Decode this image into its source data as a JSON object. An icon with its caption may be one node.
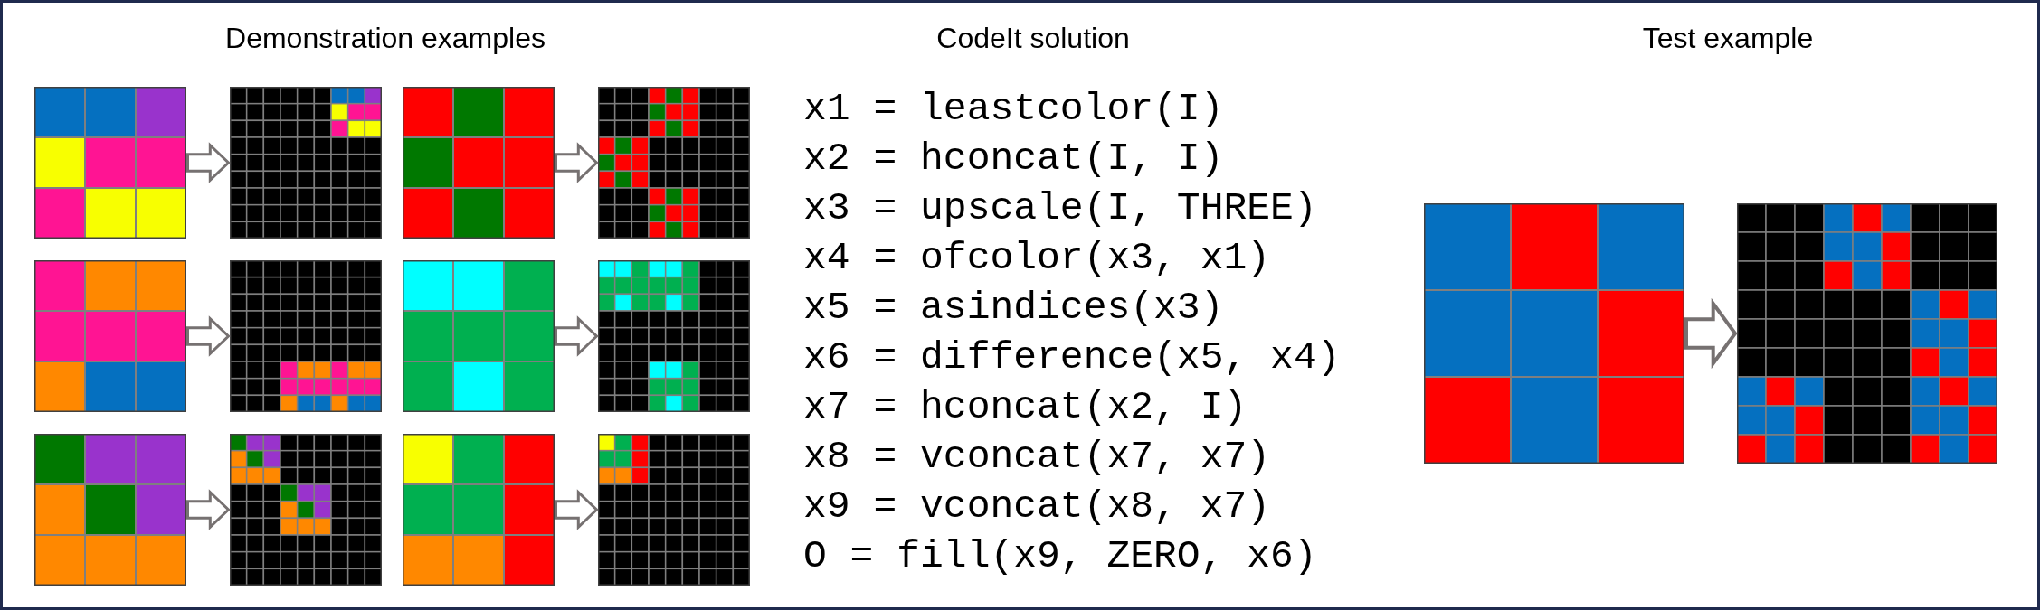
{
  "diagram": {
    "nodes": [
      {
        "text": [],
        "shape": "grid"
      },
      {
        "text": [],
        "shape": "grid"
      },
      {
        "text": [],
        "shape": "grid"
      },
      {
        "text": [],
        "shape": "grid"
      },
      {
        "text": [],
        "shape": "grid"
      },
      {
        "text": [],
        "shape": "grid"
      },
      {
        "text": [],
        "shape": "grid"
      },
      {
        "text": [],
        "shape": "grid"
      },
      {
        "text": [],
        "shape": "grid"
      },
      {
        "text": [],
        "shape": "grid"
      },
      {
        "text": [],
        "shape": "grid"
      },
      {
        "text": [],
        "shape": "grid"
      },
      {
        "text": [],
        "shape": "grid"
      },
      {
        "text": [],
        "shape": "grid"
      }
    ],
    "edges": [
      {
        "from": 0,
        "to": 1,
        "arrow": "to"
      },
      {
        "from": 2,
        "to": 3,
        "arrow": "to"
      },
      {
        "from": 4,
        "to": 5,
        "arrow": "to"
      },
      {
        "from": 6,
        "to": 7,
        "arrow": "to"
      },
      {
        "from": 8,
        "to": 9,
        "arrow": "to"
      },
      {
        "from": 10,
        "to": 11,
        "arrow": "to"
      },
      {
        "from": 12,
        "to": 13,
        "arrow": "to"
      }
    ],
    "labels": [
      "Demonstration examples",
      "CodeIt solution",
      "Test example",
      "x1 = leastcolor(I)",
      "x2 = hconcat(I, I)",
      "x3 = upscale(I, THREE)",
      "x4 = ofcolor(x3, x1)",
      "x5 = asindices(x3)",
      "x6 = difference(x5, x4)",
      "x7 = hconcat(x2, I)",
      "x8 = vconcat(x7, x7)",
      "x9 = vconcat(x8, x7)",
      "O = fill(x9, ZERO, x6)"
    ]
  }
}
